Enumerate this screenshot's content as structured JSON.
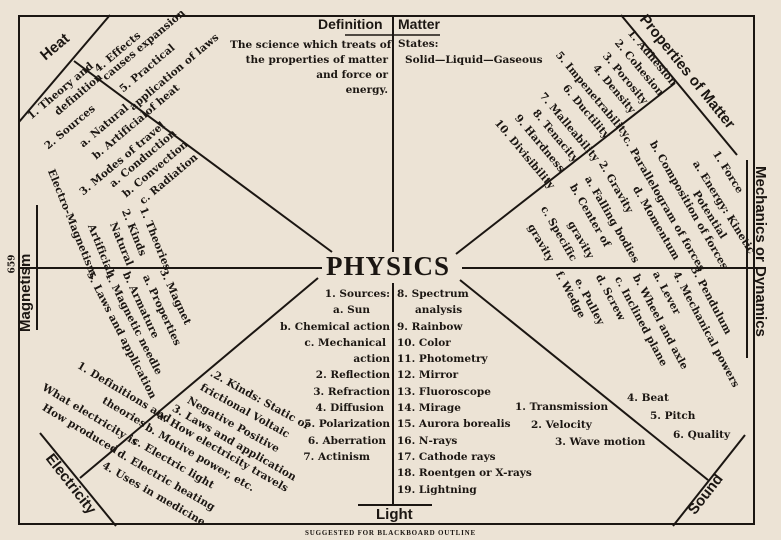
{
  "page_number": "659",
  "center_title": "PHYSICS",
  "footer": "SUGGESTED FOR BLACKBOARD OUTLINE",
  "definition": {
    "label": "Definition",
    "lines": [
      "The science which treats of",
      "the properties of matter",
      "and force or",
      "energy."
    ]
  },
  "matter": {
    "label": "Matter",
    "lines": [
      "States:",
      "Solid—Liquid—Gaseous"
    ]
  },
  "heat": {
    "label": "Heat",
    "items": [
      "1. Theory and",
      "definition",
      "2. Sources",
      "a. Natural",
      "b. Artificial",
      "3. Modes of travel",
      "a. Conduction",
      "b. Convection",
      "c. Radiation",
      "4. Effects",
      "causes expansion",
      "5. Practical",
      "application of laws",
      "of heat"
    ]
  },
  "magnetism": {
    "label": "Magnetism",
    "items": [
      "Electro-Magnetism.",
      "1. Theories",
      "2. Kinds",
      "Natural",
      "Artificial",
      "3. Magnet",
      "a. Properties",
      "b. Armature",
      "4. Magnetic needle",
      "5. Laws and application"
    ]
  },
  "electricity": {
    "label": "Electricity",
    "items": [
      "1. Definitions and",
      "theories",
      "What electricity is",
      "How produced",
      ".2. Kinds: Static or",
      "frictional Voltaic",
      "Negative Positive",
      "3. Laws and application",
      "a. How electricity travels",
      "b. Motive power, etc.",
      "c. Electric light",
      "d. Electric heating",
      "4. Uses in medicine"
    ]
  },
  "properties_of_matter": {
    "label": "Properties of Matter",
    "items": [
      "1. Adhesion",
      "2. Cohesion",
      "3. Porosity",
      "4. Density",
      "5. Impenetrability",
      "6. Ductility",
      "7. Malleability",
      "8. Tenacity",
      "9. Hardness",
      "10. Divisibility"
    ]
  },
  "mechanics": {
    "label": "Mechanics or Dynamics",
    "items": [
      "1. Force",
      "a. Energy: Kinetic",
      "Potential",
      "b. Composition of forces",
      "c. Parallelogram of forces",
      "d. Momentum",
      "2. Gravity",
      "a. Falling bodies",
      "b. Center of",
      "gravity",
      "c. Specific",
      "gravity",
      "3. Pendulum",
      "4. Mechanical powers",
      "a. Lever",
      "b. Wheel and axle",
      "c. Inclined plane",
      "d. Screw",
      "e. Pulley",
      "f. Wedge"
    ]
  },
  "sound": {
    "label": "Sound",
    "items": [
      "1. Transmission",
      "2. Velocity",
      "3. Wave motion",
      "4. Beat",
      "5. Pitch",
      "6. Quality"
    ]
  },
  "light": {
    "label": "Light",
    "left": [
      "1. Sources:",
      "a. Sun",
      "b. Chemical action",
      "c. Mechanical",
      "action",
      "2. Reflection",
      "3. Refraction",
      "4. Diffusion",
      "5. Polarization",
      "6. Aberration",
      "7. Actinism"
    ],
    "right": [
      "8. Spectrum",
      "analysis",
      "9. Rainbow",
      "10. Color",
      "11. Photometry",
      "12. Mirror",
      "13. Fluoroscope",
      "14. Mirage",
      "15. Aurora borealis",
      "16. N-rays",
      "17. Cathode rays",
      "18. Roentgen or X-rays",
      "19. Lightning"
    ]
  }
}
